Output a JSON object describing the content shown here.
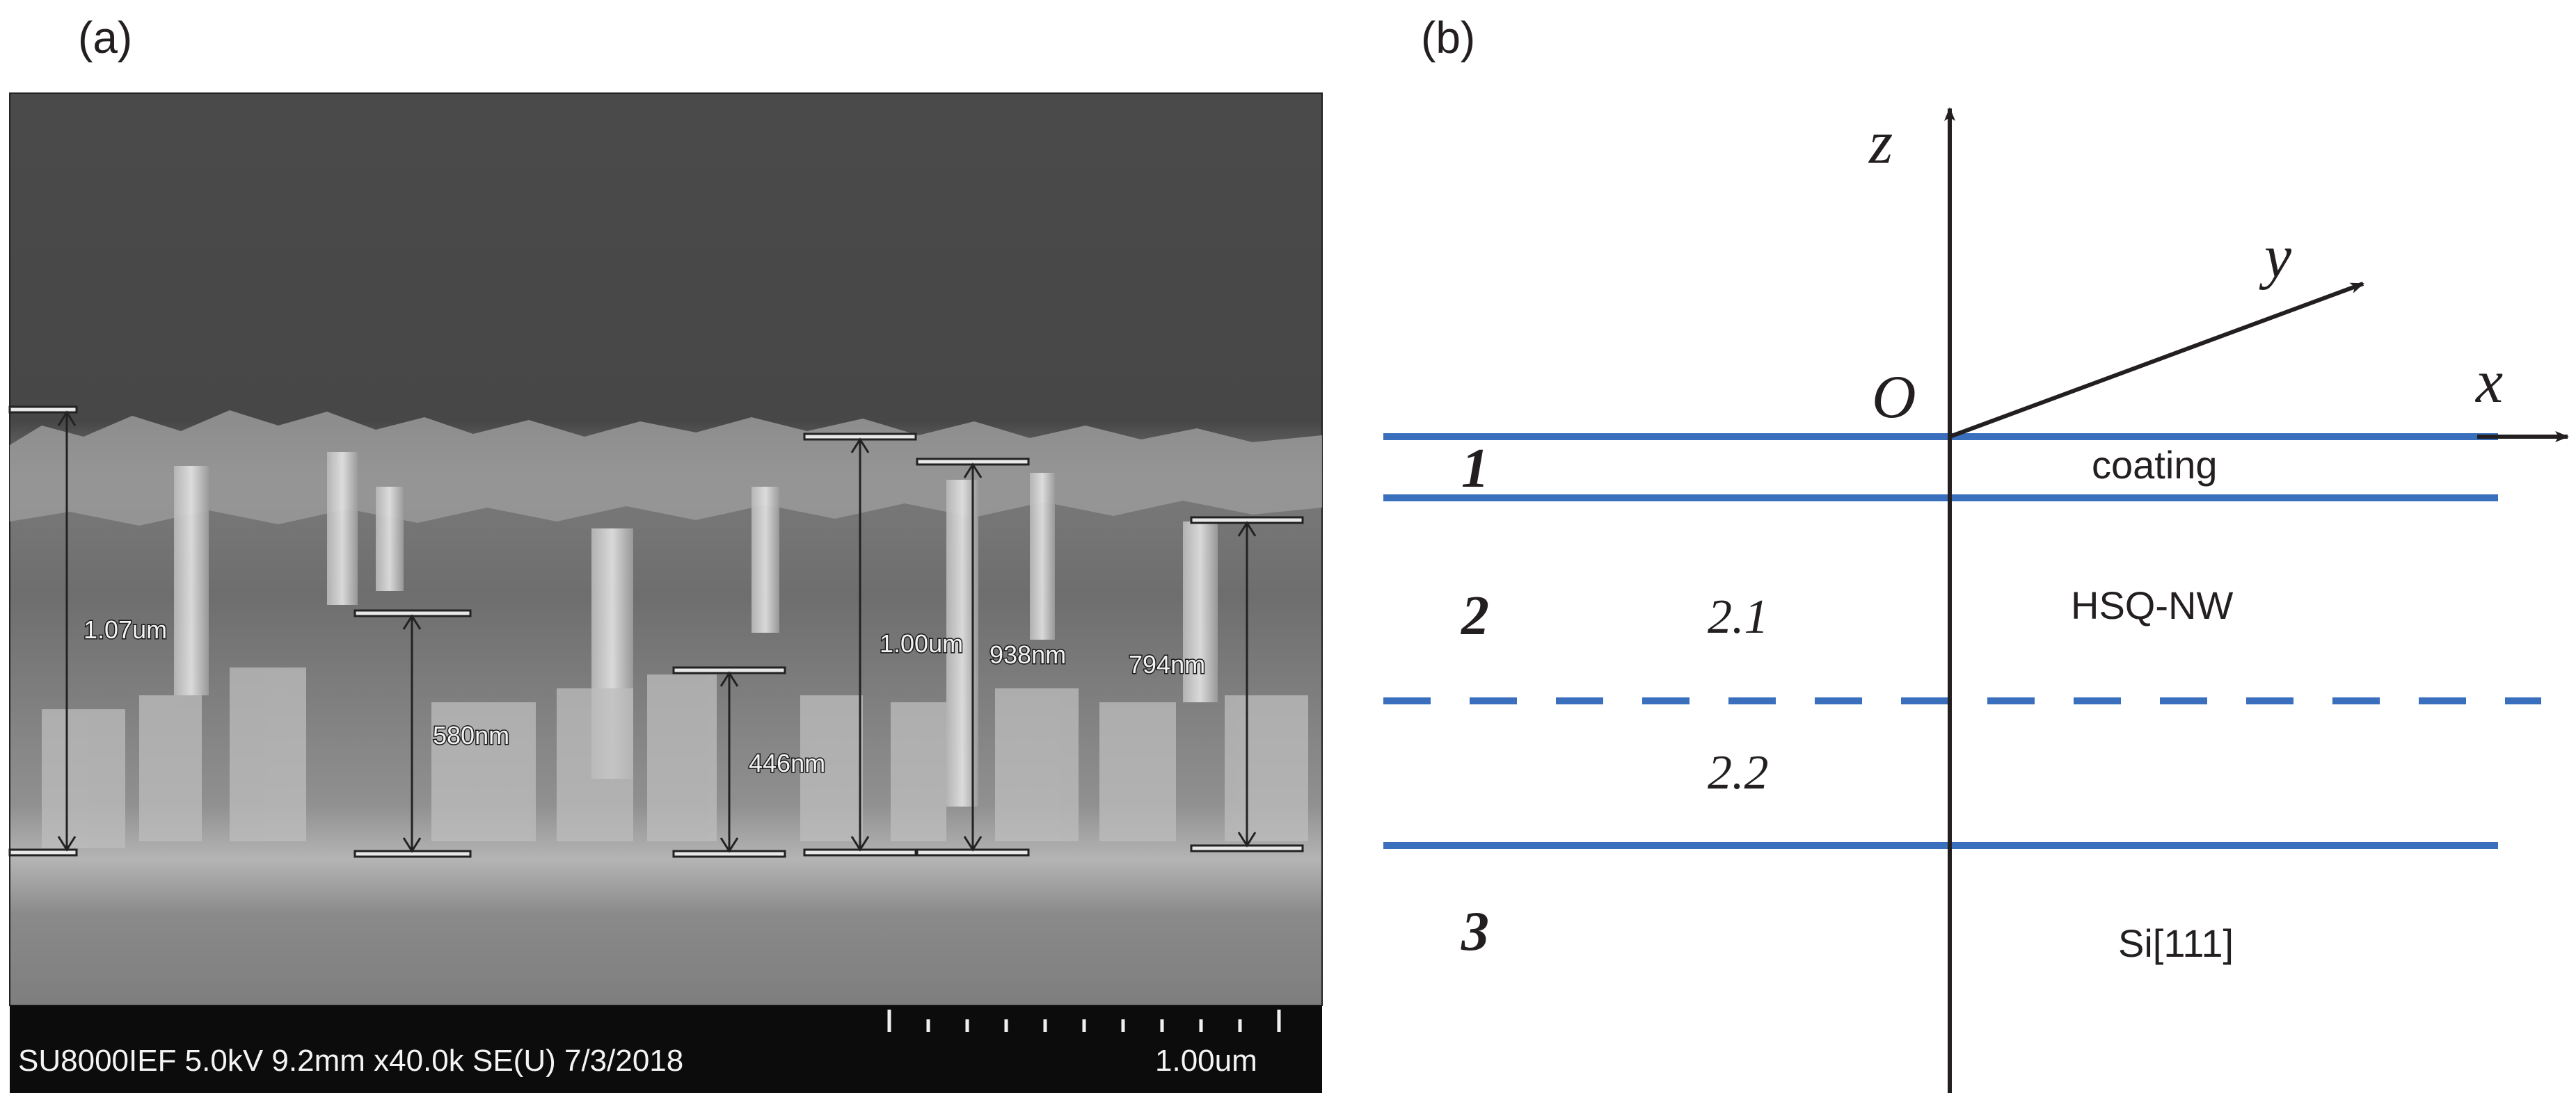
{
  "panels": {
    "a": {
      "label": "(a)",
      "measurements": [
        "1.07um",
        "580nm",
        "446nm",
        "1.00um",
        "938nm",
        "794nm"
      ],
      "info_bar": {
        "instrument": "SU8000IEF 5.0kV 9.2mm x40.0k SE(U) 7/3/2018",
        "scale": "1.00um"
      }
    },
    "b": {
      "label": "(b)",
      "axes": {
        "x": "x",
        "y": "y",
        "z": "z",
        "origin": "O"
      },
      "layers": [
        {
          "number": "1",
          "name": "coating"
        },
        {
          "number": "2",
          "name": "HSQ-NW",
          "sublayers": [
            "2.1",
            "2.2"
          ]
        },
        {
          "number": "3",
          "name": "Si[111]"
        }
      ],
      "colors": {
        "interface_line": "#3a6fbe",
        "axis": "#231f20"
      }
    }
  }
}
